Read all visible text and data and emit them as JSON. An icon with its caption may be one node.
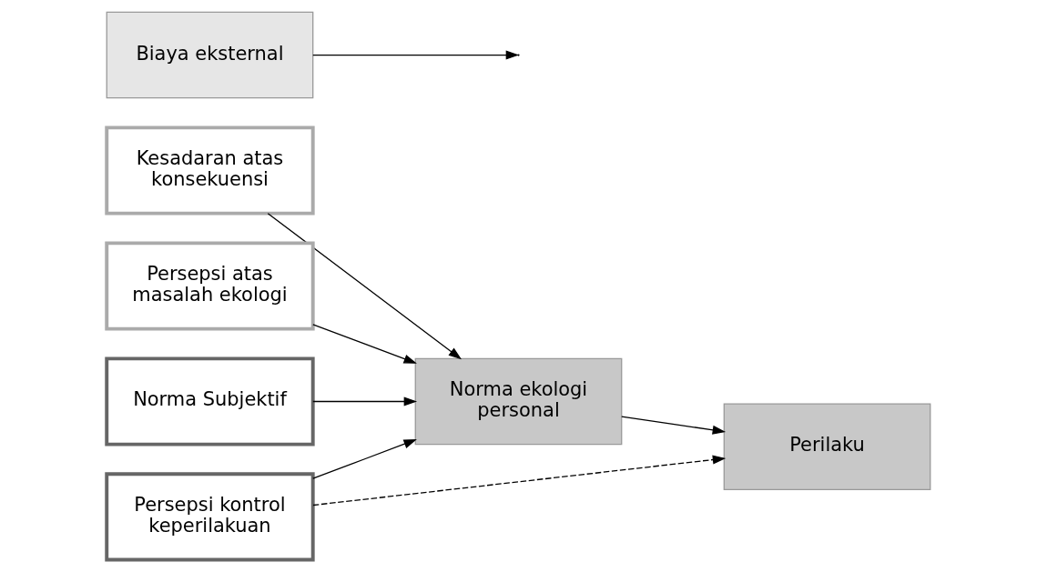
{
  "diagram": {
    "nodes": [
      {
        "text": [
          "Kesadaran atas konsekuensi"
        ]
      },
      {
        "text": [
          "Persepsi atas masalah ekologi"
        ]
      },
      {
        "text": [
          "Norma Subjektif"
        ]
      },
      {
        "text": [
          "Persepsi kontrol keperilakuan"
        ]
      },
      {
        "text": [
          "Biaya eksternal"
        ]
      },
      {
        "text": [
          "Norma ekologi personal"
        ]
      },
      {
        "text": [
          "Perilaku"
        ]
      }
    ],
    "edges": [
      {
        "from": 0,
        "to": 5,
        "arrow": "to"
      },
      {
        "from": 1,
        "to": 5,
        "arrow": "to"
      },
      {
        "from": 2,
        "to": 5,
        "arrow": "to"
      },
      {
        "from": 3,
        "to": 5,
        "arrow": "to"
      },
      {
        "from": 5,
        "to": 6,
        "arrow": "to"
      },
      {
        "from": 4,
        "to": null,
        "arrow": "to"
      },
      {
        "from": 3,
        "to": 6,
        "arrow": "to",
        "style": "dashed"
      }
    ]
  }
}
